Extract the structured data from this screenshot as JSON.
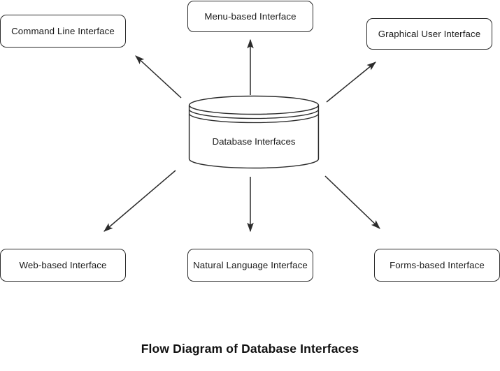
{
  "diagram": {
    "title": "Flow Diagram of Database Interfaces",
    "center": {
      "label": "Database Interfaces",
      "shape": "cylinder-icon"
    },
    "nodes": [
      {
        "id": "command-line-interface",
        "label": "Command Line Interface"
      },
      {
        "id": "menu-based-interface",
        "label": "Menu-based Interface"
      },
      {
        "id": "graphical-user-interface",
        "label": "Graphical User Interface"
      },
      {
        "id": "web-based-interface",
        "label": "Web-based Interface"
      },
      {
        "id": "natural-language-interface",
        "label": "Natural Language Interface"
      },
      {
        "id": "forms-based-interface",
        "label": "Forms-based Interface"
      }
    ],
    "edges": [
      {
        "from": "Database Interfaces",
        "to": "Command Line Interface",
        "direction": "up-left"
      },
      {
        "from": "Database Interfaces",
        "to": "Menu-based Interface",
        "direction": "up"
      },
      {
        "from": "Database Interfaces",
        "to": "Graphical User Interface",
        "direction": "up-right"
      },
      {
        "from": "Database Interfaces",
        "to": "Web-based Interface",
        "direction": "down-left"
      },
      {
        "from": "Database Interfaces",
        "to": "Natural Language Interface",
        "direction": "down"
      },
      {
        "from": "Database Interfaces",
        "to": "Forms-based Interface",
        "direction": "down-right"
      }
    ],
    "colors": {
      "background": "#ffffff",
      "stroke": "#2b2b2b",
      "text": "#1a1a1a",
      "title": "#111111"
    }
  }
}
